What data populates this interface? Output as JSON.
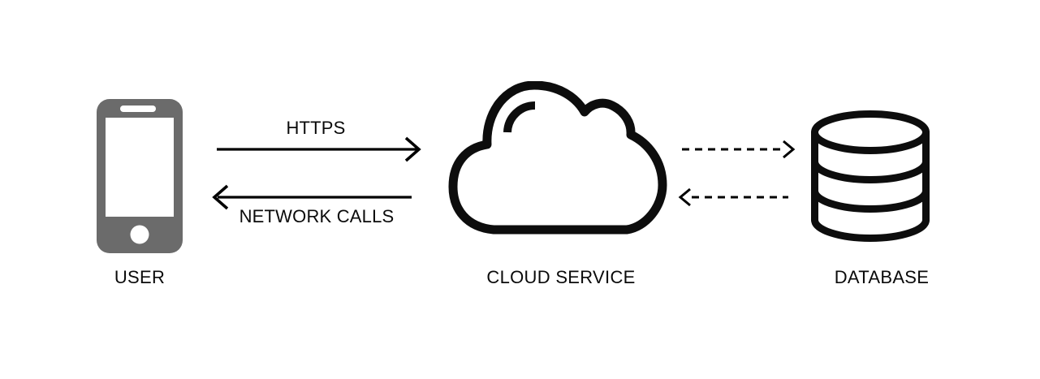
{
  "diagram": {
    "title": "",
    "background": "#ffffff",
    "colors": {
      "arrow": "#000000",
      "icon_outline": "#0d0d0d",
      "phone_fill": "#6b6b6b",
      "text": "#0a0a0a"
    },
    "nodes": {
      "user": {
        "label": "USER",
        "icon": "smartphone-icon"
      },
      "cloud": {
        "label": "CLOUD SERVICE",
        "icon": "cloud-icon"
      },
      "database": {
        "label": "DATABASE",
        "icon": "database-icon"
      }
    },
    "edges": {
      "request": {
        "from": "user",
        "to": "cloud",
        "label": "HTTPS",
        "style": "solid",
        "direction": "right"
      },
      "response": {
        "from": "cloud",
        "to": "user",
        "label": "NETWORK CALLS",
        "style": "solid",
        "direction": "left"
      },
      "db_query": {
        "from": "cloud",
        "to": "database",
        "label": "",
        "style": "dashed",
        "direction": "right"
      },
      "db_result": {
        "from": "database",
        "to": "cloud",
        "label": "",
        "style": "dashed",
        "direction": "left"
      }
    }
  }
}
